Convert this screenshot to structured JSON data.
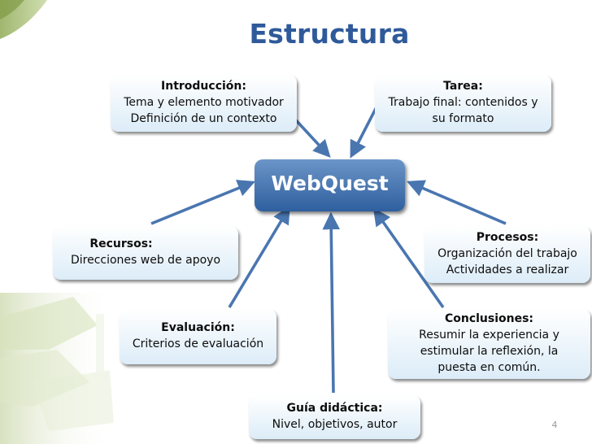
{
  "title": "Estructura",
  "center": "WebQuest",
  "page_number": "4",
  "colors": {
    "title": "#2f5a9a",
    "center_fill": "#3e6cab",
    "arrow": "#4a76b0",
    "box_fill": "#ffffff",
    "box_gradient_end": "#dcecf8",
    "background_stripe": "#a8c072"
  },
  "boxes": {
    "introduccion": {
      "heading": "Introducción:",
      "lines": [
        "Tema y elemento motivador",
        "Definición de un contexto"
      ]
    },
    "tarea": {
      "heading": "Tarea:",
      "lines": [
        "Trabajo final: contenidos y",
        "su formato"
      ]
    },
    "recursos": {
      "heading": "Recursos:",
      "lines": [
        "Direcciones web de apoyo"
      ]
    },
    "procesos": {
      "heading": "Procesos:",
      "lines": [
        "Organización del trabajo",
        "Actividades a realizar"
      ]
    },
    "evaluacion": {
      "heading": "Evaluación:",
      "lines": [
        "Criterios de evaluación"
      ]
    },
    "conclusiones": {
      "heading": "Conclusiones:",
      "lines": [
        "Resumir la experiencia y",
        "estimular la reflexión, la",
        "puesta en común."
      ]
    },
    "guia": {
      "heading": "Guía didáctica:",
      "lines": [
        "Nivel, objetivos, autor"
      ]
    }
  }
}
